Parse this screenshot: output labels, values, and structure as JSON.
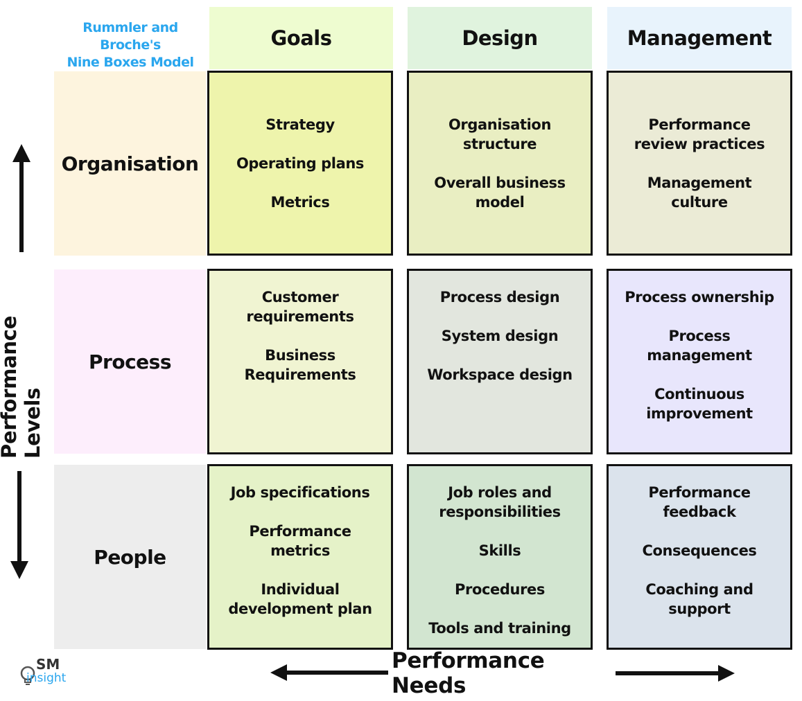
{
  "title": [
    "Rummler and Broche's",
    "Nine Boxes Model"
  ],
  "columns": [
    {
      "label": "Goals",
      "bg": "#eefcd0"
    },
    {
      "label": "Design",
      "bg": "#e0f3de"
    },
    {
      "label": "Management",
      "bg": "#e8f3fc"
    }
  ],
  "rows": [
    {
      "label": "Organisation",
      "bg": "#fdf4de"
    },
    {
      "label": "Process",
      "bg": "#fdeefc"
    },
    {
      "label": "People",
      "bg": "#ededed"
    }
  ],
  "cells": [
    [
      {
        "bg": "#eef4ac",
        "items": [
          "Strategy",
          "Operating plans",
          "Metrics"
        ]
      },
      {
        "bg": "#e9eec2",
        "items": [
          "Organisation\nstructure",
          "Overall business\nmodel"
        ]
      },
      {
        "bg": "#ebebd6",
        "items": [
          "Performance\nreview practices",
          "Management\nculture"
        ]
      }
    ],
    [
      {
        "bg": "#f0f4d2",
        "items": [
          "Customer\nrequirements",
          "Business\nRequirements"
        ]
      },
      {
        "bg": "#e2e6de",
        "items": [
          "Process design",
          "System design",
          "Workspace design"
        ]
      },
      {
        "bg": "#e8e6fc",
        "items": [
          "Process ownership",
          "Process\nmanagement",
          "Continuous\nimprovement"
        ]
      }
    ],
    [
      {
        "bg": "#e5f2c8",
        "items": [
          "Job specifications",
          "Performance\nmetrics",
          "Individual\ndevelopment plan"
        ]
      },
      {
        "bg": "#d2e5d0",
        "items": [
          "Job roles and\nresponsibilities",
          "Skills",
          "Procedures",
          "Tools and training"
        ]
      },
      {
        "bg": "#dbe3ec",
        "items": [
          "Performance\nfeedback",
          "Consequences",
          "Coaching and\nsupport"
        ]
      }
    ]
  ],
  "axes": {
    "vertical": "Performance Levels",
    "horizontal": "Performance Needs"
  },
  "logo": {
    "line1": "SM",
    "line2": "insight"
  }
}
